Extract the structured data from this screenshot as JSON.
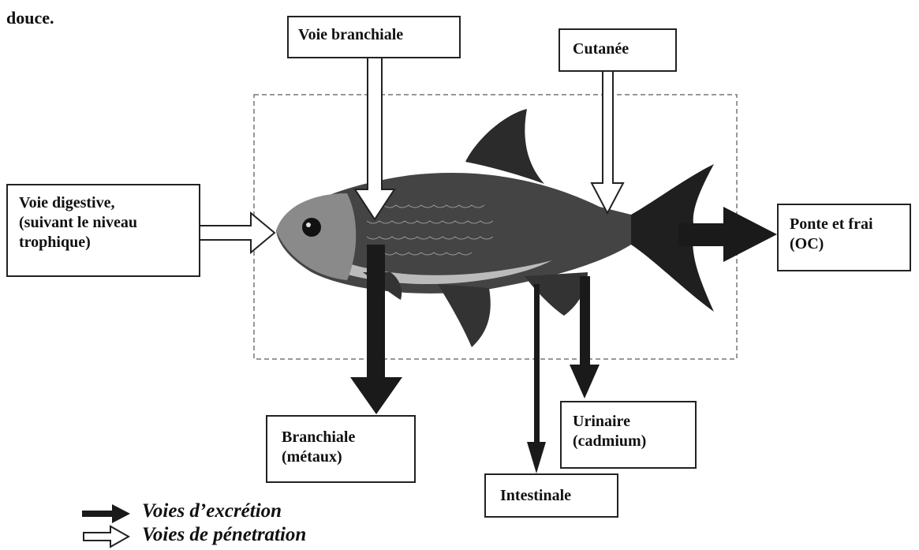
{
  "intro_text": "douce.",
  "boxes": {
    "voie_branchiale": "Voie branchiale",
    "cutanee": "Cutanée",
    "voie_digestive": "Voie digestive,\n(suivant le niveau\ntrophique)",
    "ponte": "Ponte et frai\n(OC)",
    "branchiale_excretion": "Branchiale\n(métaux)",
    "urinaire": "Urinaire\n(cadmium)",
    "intestinale": "Intestinale"
  },
  "legend": {
    "excretion": "Voies d’excrétion",
    "penetration": "Voies de pénetration"
  },
  "colors": {
    "excretion_arrow": "#1a1a1a",
    "penetration_arrow": "#ffffff",
    "outline": "#222222"
  }
}
